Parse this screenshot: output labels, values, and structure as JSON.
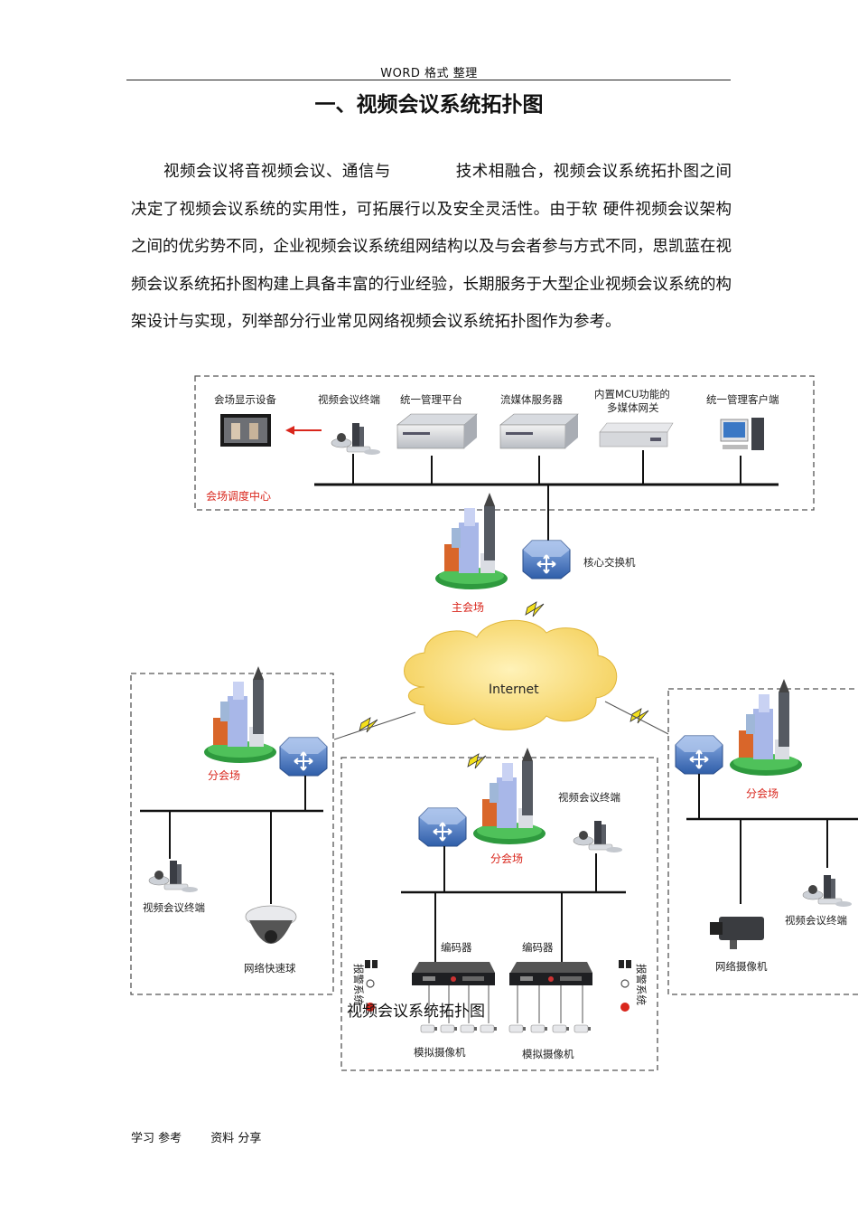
{
  "header": {
    "text": "WORD 格式 整理"
  },
  "title": "一、视频会议系统拓扑图",
  "paragraph": [
    "视频会议将音视频会议、通信与　　　　技术相融合，视频会议系统拓扑图之间决定了视频会议系统的实用性，可拓展行以及安全灵活性。由于软 硬件视频会议架构之间的优劣势不同，企业视频会议系统组网结构以及与会者参与方式不同，思凯蓝在视频会议系统拓扑图构建上具备丰富的行业经验，长期服务于大型企业视频会议系统的构架设计与实现，列举部分行业常见网络视频会议系统拓扑图作为参考。"
  ],
  "diagram": {
    "center": {
      "display": "会场显示设备",
      "terminal": "视频会议终端",
      "mgmt_platform": "统一管理平台",
      "media_server": "流媒体服务器",
      "mcu_line1": "内置MCU功能的",
      "mcu_line2": "多媒体网关",
      "mgmt_client": "统一管理客户端",
      "zone_label": "会场调度中心"
    },
    "main_site": {
      "label": "主会场",
      "switch": "核心交换机"
    },
    "internet": "Internet",
    "left_branch": {
      "label": "分会场",
      "terminal": "视频会议终端",
      "dome": "网络快速球"
    },
    "mid_branch": {
      "label": "分会场",
      "terminal": "视频会议终端",
      "encoder1": "编码器",
      "encoder2": "编码器",
      "alarm_left": "报警系统",
      "alarm_right": "报警系统",
      "analog1": "模拟摄像机",
      "analog2": "模拟摄像机"
    },
    "right_branch": {
      "label": "分会场",
      "terminal": "视频会议终端",
      "ipcam": "网络摄像机"
    },
    "caption": "视频会议系统拓扑图"
  },
  "footer": {
    "left": "学习 参考",
    "right": "资料 分享"
  },
  "colors": {
    "accent_red": "#d9261c",
    "cloud": "#f9dd7c",
    "switch_blue": "#3f6fb8"
  }
}
